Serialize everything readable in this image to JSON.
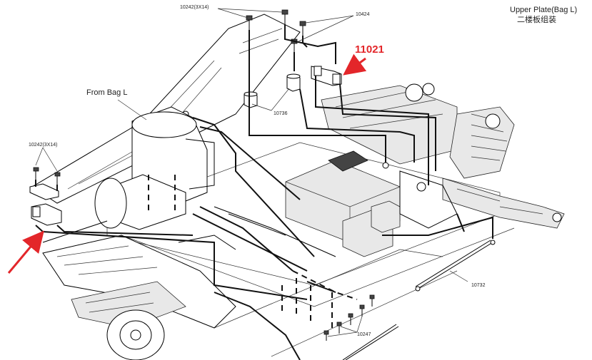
{
  "title": {
    "line1": "Upper Plate(Bag L)",
    "line2": "二楼板组装"
  },
  "labels": {
    "screw_top": "10242(3X14)",
    "screw_left": "10242(3X14)",
    "part_10424": "10424",
    "part_10736": "10736",
    "part_11021": "11021",
    "from_bag": "From Bag L",
    "part_10732": "10732",
    "part_10247": "10247"
  },
  "colors": {
    "highlight": "#e3262a",
    "line": "#000000",
    "background": "#ffffff"
  }
}
